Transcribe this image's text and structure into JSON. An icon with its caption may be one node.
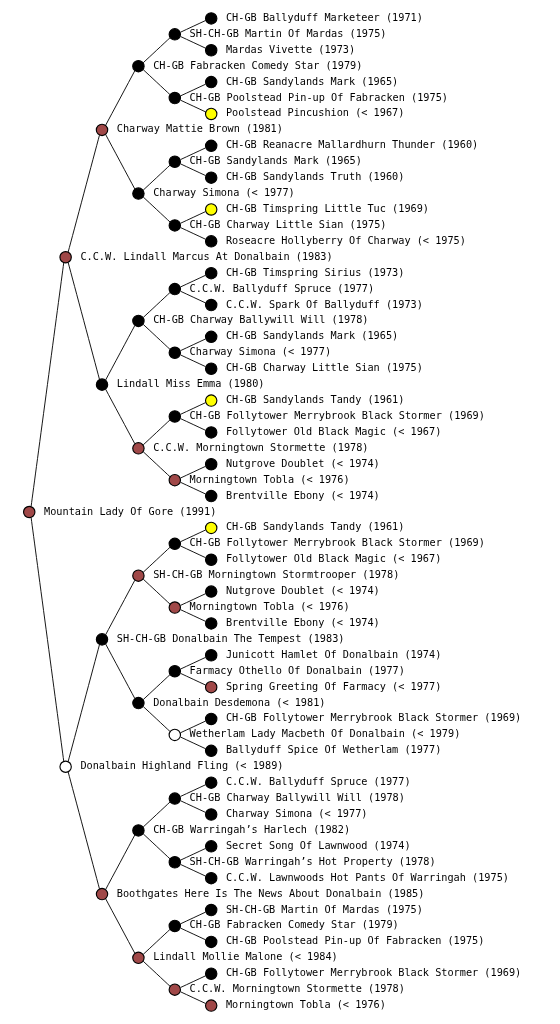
{
  "diagram": {
    "nodes": [
      {
        "text": [],
        "shape": "circle",
        "beside": [
          "CH-GB Ballyduff Marketeer (1971)"
        ]
      },
      {
        "text": [],
        "shape": "circle",
        "beside": [
          "SH-CH-GB Martin Of Mardas (1975)"
        ]
      },
      {
        "text": [],
        "shape": "circle",
        "beside": [
          "Mardas Vivette (1973)"
        ]
      },
      {
        "text": [],
        "shape": "circle",
        "beside": [
          "CH-GB Fabracken Comedy Star (1979)"
        ]
      },
      {
        "text": [],
        "shape": "circle",
        "beside": [
          "CH-GB Sandylands Mark (1965)"
        ]
      },
      {
        "text": [],
        "shape": "circle",
        "beside": [
          "CH-GB Poolstead Pin-up Of Fabracken (1975)"
        ]
      },
      {
        "text": [],
        "shape": "circle",
        "beside": [
          "Poolstead Pincushion (< 1967)"
        ]
      },
      {
        "text": [],
        "shape": "circle",
        "beside": [
          "Charway Mattie Brown (1981)"
        ]
      },
      {
        "text": [],
        "shape": "circle",
        "beside": [
          "CH-GB Reanacre Mallardhurn Thunder (1960)"
        ]
      },
      {
        "text": [],
        "shape": "circle",
        "beside": [
          "CH-GB Sandylands Mark (1965)"
        ]
      },
      {
        "text": [],
        "shape": "circle",
        "beside": [
          "CH-GB Sandylands Truth (1960)"
        ]
      },
      {
        "text": [],
        "shape": "circle",
        "beside": [
          "Charway Simona (< 1977)"
        ]
      },
      {
        "text": [],
        "shape": "circle",
        "beside": [
          "CH-GB Timspring Little Tuc (1969)"
        ]
      },
      {
        "text": [],
        "shape": "circle",
        "beside": [
          "CH-GB Charway Little Sian (1975)"
        ]
      },
      {
        "text": [],
        "shape": "circle",
        "beside": [
          "Roseacre Hollyberry Of Charway (< 1975)"
        ]
      },
      {
        "text": [],
        "shape": "circle",
        "beside": [
          "C.C.W. Lindall Marcus At Donalbain (1983)"
        ]
      },
      {
        "text": [],
        "shape": "circle",
        "beside": [
          "CH-GB Timspring Sirius (1973)"
        ]
      },
      {
        "text": [],
        "shape": "circle",
        "beside": [
          "C.C.W. Ballyduff Spruce (1977)"
        ]
      },
      {
        "text": [],
        "shape": "circle",
        "beside": [
          "C.C.W. Spark Of Ballyduff (1973)"
        ]
      },
      {
        "text": [],
        "shape": "circle",
        "beside": [
          "CH-GB Charway Ballywill Will (1978)"
        ]
      },
      {
        "text": [],
        "shape": "circle",
        "beside": [
          "CH-GB Sandylands Mark (1965)"
        ]
      },
      {
        "text": [],
        "shape": "circle",
        "beside": [
          "Charway Simona (< 1977)"
        ]
      },
      {
        "text": [],
        "shape": "circle",
        "beside": [
          "CH-GB Charway Little Sian (1975)"
        ]
      },
      {
        "text": [],
        "shape": "circle",
        "beside": [
          "Lindall Miss Emma (1980)"
        ]
      },
      {
        "text": [],
        "shape": "circle",
        "beside": [
          "CH-GB Sandylands Tandy (1961)"
        ]
      },
      {
        "text": [],
        "shape": "circle",
        "beside": [
          "CH-GB Follytower Merrybrook Black Stormer (1969)"
        ]
      },
      {
        "text": [],
        "shape": "circle",
        "beside": [
          "Follytower Old Black Magic (< 1967)"
        ]
      },
      {
        "text": [],
        "shape": "circle",
        "beside": [
          "C.C.W. Morningtown Stormette (1978)"
        ]
      },
      {
        "text": [],
        "shape": "circle",
        "beside": [
          "Nutgrove Doublet (< 1974)"
        ]
      },
      {
        "text": [],
        "shape": "circle",
        "beside": [
          "Morningtown Tobla (< 1976)"
        ]
      },
      {
        "text": [],
        "shape": "circle",
        "beside": [
          "Brentville Ebony (< 1974)"
        ]
      },
      {
        "text": [],
        "shape": "circle",
        "beside": [
          "Mountain Lady Of Gore (1991)"
        ]
      },
      {
        "text": [],
        "shape": "circle",
        "beside": [
          "CH-GB Sandylands Tandy (1961)"
        ]
      },
      {
        "text": [],
        "shape": "circle",
        "beside": [
          "CH-GB Follytower Merrybrook Black Stormer (1969)"
        ]
      },
      {
        "text": [],
        "shape": "circle",
        "beside": [
          "Follytower Old Black Magic (< 1967)"
        ]
      },
      {
        "text": [],
        "shape": "circle",
        "beside": [
          "SH-CH-GB Morningtown Stormtrooper (1978)"
        ]
      },
      {
        "text": [],
        "shape": "circle",
        "beside": [
          "Nutgrove Doublet (< 1974)"
        ]
      },
      {
        "text": [],
        "shape": "circle",
        "beside": [
          "Morningtown Tobla (< 1976)"
        ]
      },
      {
        "text": [],
        "shape": "circle",
        "beside": [
          "Brentville Ebony (< 1974)"
        ]
      },
      {
        "text": [],
        "shape": "circle",
        "beside": [
          "SH-CH-GB Donalbain The Tempest (1983)"
        ]
      },
      {
        "text": [],
        "shape": "circle",
        "beside": [
          "Junicott Hamlet Of Donalbain (1974)"
        ]
      },
      {
        "text": [],
        "shape": "circle",
        "beside": [
          "Farmacy Othello Of Donalbain (1977)"
        ]
      },
      {
        "text": [],
        "shape": "circle",
        "beside": [
          "Spring Greeting Of Farmacy (< 1977)"
        ]
      },
      {
        "text": [],
        "shape": "circle",
        "beside": [
          "Donalbain Desdemona (< 1981)"
        ]
      },
      {
        "text": [],
        "shape": "circle",
        "beside": [
          "CH-GB Follytower Merrybrook Black Stormer (1969)"
        ]
      },
      {
        "text": [],
        "shape": "circle",
        "beside": [
          "Wetherlam Lady Macbeth Of Donalbain (< 1979)"
        ]
      },
      {
        "text": [],
        "shape": "circle",
        "beside": [
          "Ballyduff Spice Of Wetherlam (1977)"
        ]
      },
      {
        "text": [],
        "shape": "circle",
        "beside": [
          "Donalbain Highland Fling (< 1989)"
        ]
      },
      {
        "text": [],
        "shape": "circle",
        "beside": [
          "C.C.W. Ballyduff Spruce (1977)"
        ]
      },
      {
        "text": [],
        "shape": "circle",
        "beside": [
          "CH-GB Charway Ballywill Will (1978)"
        ]
      },
      {
        "text": [],
        "shape": "circle",
        "beside": [
          "Charway Simona (< 1977)"
        ]
      },
      {
        "text": [],
        "shape": "circle",
        "beside": [
          "CH-GB Warringah’s Harlech (1982)"
        ]
      },
      {
        "text": [],
        "shape": "circle",
        "beside": [
          "Secret Song Of Lawnwood (1974)"
        ]
      },
      {
        "text": [],
        "shape": "circle",
        "beside": [
          "SH-CH-GB Warringah’s Hot Property (1978)"
        ]
      },
      {
        "text": [],
        "shape": "circle",
        "beside": [
          "C.C.W. Lawnwoods Hot Pants Of Warringah (1975)"
        ]
      },
      {
        "text": [],
        "shape": "circle",
        "beside": [
          "Boothgates Here Is The News About Donalbain (1985)"
        ]
      },
      {
        "text": [],
        "shape": "circle",
        "beside": [
          "SH-CH-GB Martin Of Mardas (1975)"
        ]
      },
      {
        "text": [],
        "shape": "circle",
        "beside": [
          "CH-GB Fabracken Comedy Star (1979)"
        ]
      },
      {
        "text": [],
        "shape": "circle",
        "beside": [
          "CH-GB Poolstead Pin-up Of Fabracken (1975)"
        ]
      },
      {
        "text": [],
        "shape": "circle",
        "beside": [
          "Lindall Mollie Malone (< 1984)"
        ]
      },
      {
        "text": [],
        "shape": "circle",
        "beside": [
          "CH-GB Follytower Merrybrook Black Stormer (1969)"
        ]
      },
      {
        "text": [],
        "shape": "circle",
        "beside": [
          "C.C.W. Morningtown Stormette (1978)"
        ]
      },
      {
        "text": [],
        "shape": "circle",
        "beside": [
          "Morningtown Tobla (< 1976)"
        ]
      }
    ],
    "edges": [
      {
        "from": 31,
        "to": 15,
        "arrow": "none"
      },
      {
        "from": 31,
        "to": 47,
        "arrow": "none"
      },
      {
        "from": 15,
        "to": 7,
        "arrow": "none"
      },
      {
        "from": 15,
        "to": 23,
        "arrow": "none"
      },
      {
        "from": 47,
        "to": 39,
        "arrow": "none"
      },
      {
        "from": 47,
        "to": 55,
        "arrow": "none"
      },
      {
        "from": 7,
        "to": 3,
        "arrow": "none"
      },
      {
        "from": 7,
        "to": 11,
        "arrow": "none"
      },
      {
        "from": 23,
        "to": 19,
        "arrow": "none"
      },
      {
        "from": 23,
        "to": 27,
        "arrow": "none"
      },
      {
        "from": 39,
        "to": 35,
        "arrow": "none"
      },
      {
        "from": 39,
        "to": 43,
        "arrow": "none"
      },
      {
        "from": 55,
        "to": 51,
        "arrow": "none"
      },
      {
        "from": 55,
        "to": 59,
        "arrow": "none"
      },
      {
        "from": 3,
        "to": 1,
        "arrow": "none"
      },
      {
        "from": 3,
        "to": 5,
        "arrow": "none"
      },
      {
        "from": 11,
        "to": 9,
        "arrow": "none"
      },
      {
        "from": 11,
        "to": 13,
        "arrow": "none"
      },
      {
        "from": 19,
        "to": 17,
        "arrow": "none"
      },
      {
        "from": 19,
        "to": 21,
        "arrow": "none"
      },
      {
        "from": 27,
        "to": 25,
        "arrow": "none"
      },
      {
        "from": 27,
        "to": 29,
        "arrow": "none"
      },
      {
        "from": 35,
        "to": 33,
        "arrow": "none"
      },
      {
        "from": 35,
        "to": 37,
        "arrow": "none"
      },
      {
        "from": 43,
        "to": 41,
        "arrow": "none"
      },
      {
        "from": 43,
        "to": 45,
        "arrow": "none"
      },
      {
        "from": 51,
        "to": 49,
        "arrow": "none"
      },
      {
        "from": 51,
        "to": 53,
        "arrow": "none"
      },
      {
        "from": 59,
        "to": 57,
        "arrow": "none"
      },
      {
        "from": 59,
        "to": 61,
        "arrow": "none"
      },
      {
        "from": 1,
        "to": 0,
        "arrow": "none"
      },
      {
        "from": 1,
        "to": 2,
        "arrow": "none"
      },
      {
        "from": 5,
        "to": 4,
        "arrow": "none"
      },
      {
        "from": 5,
        "to": 6,
        "arrow": "none"
      },
      {
        "from": 9,
        "to": 8,
        "arrow": "none"
      },
      {
        "from": 9,
        "to": 10,
        "arrow": "none"
      },
      {
        "from": 13,
        "to": 12,
        "arrow": "none"
      },
      {
        "from": 13,
        "to": 14,
        "arrow": "none"
      },
      {
        "from": 17,
        "to": 16,
        "arrow": "none"
      },
      {
        "from": 17,
        "to": 18,
        "arrow": "none"
      },
      {
        "from": 21,
        "to": 20,
        "arrow": "none"
      },
      {
        "from": 21,
        "to": 22,
        "arrow": "none"
      },
      {
        "from": 25,
        "to": 24,
        "arrow": "none"
      },
      {
        "from": 25,
        "to": 26,
        "arrow": "none"
      },
      {
        "from": 29,
        "to": 28,
        "arrow": "none"
      },
      {
        "from": 29,
        "to": 30,
        "arrow": "none"
      },
      {
        "from": 33,
        "to": 32,
        "arrow": "none"
      },
      {
        "from": 33,
        "to": 34,
        "arrow": "none"
      },
      {
        "from": 37,
        "to": 36,
        "arrow": "none"
      },
      {
        "from": 37,
        "to": 38,
        "arrow": "none"
      },
      {
        "from": 41,
        "to": 40,
        "arrow": "none"
      },
      {
        "from": 41,
        "to": 42,
        "arrow": "none"
      },
      {
        "from": 45,
        "to": 44,
        "arrow": "none"
      },
      {
        "from": 45,
        "to": 46,
        "arrow": "none"
      },
      {
        "from": 49,
        "to": 48,
        "arrow": "none"
      },
      {
        "from": 49,
        "to": 50,
        "arrow": "none"
      },
      {
        "from": 53,
        "to": 52,
        "arrow": "none"
      },
      {
        "from": 53,
        "to": 54,
        "arrow": "none"
      },
      {
        "from": 57,
        "to": 56,
        "arrow": "none"
      },
      {
        "from": 57,
        "to": 58,
        "arrow": "none"
      },
      {
        "from": 61,
        "to": 60,
        "arrow": "none"
      },
      {
        "from": 61,
        "to": 62,
        "arrow": "none"
      }
    ]
  }
}
